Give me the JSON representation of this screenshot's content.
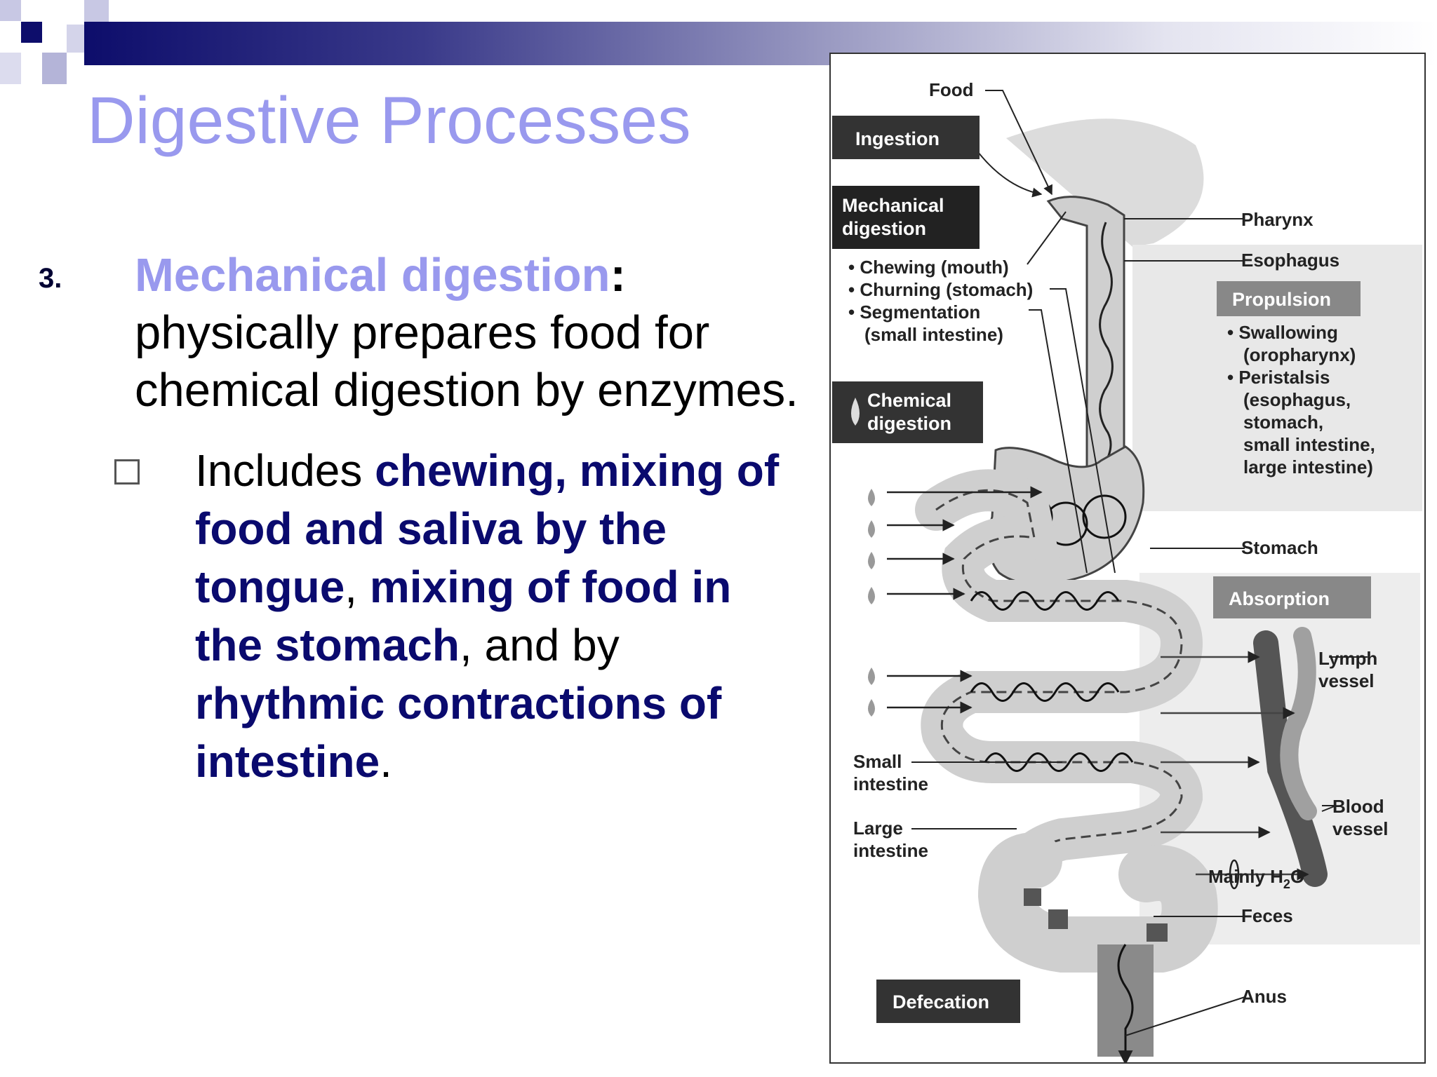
{
  "slide": {
    "title": "Digestive Processes",
    "item_number": "3.",
    "term": "Mechanical digestion",
    "colon": ":",
    "definition": "physically prepares food for chemical digestion by enzymes.",
    "sub_bullet_icon": "hollow-square-bullet",
    "sub_bullet": [
      {
        "text": "Includes ",
        "bold": false
      },
      {
        "text": "chewing, mixing of food and saliva by the tongue",
        "bold": true
      },
      {
        "text": ", ",
        "bold": false
      },
      {
        "text": "mixing of food in the stomach",
        "bold": true
      },
      {
        "text": ", and by ",
        "bold": false
      },
      {
        "text": "rhythmic contractions of intestine",
        "bold": true
      },
      {
        "text": ".",
        "bold": false
      }
    ]
  },
  "figure": {
    "boxes": {
      "ingestion": "Ingestion",
      "mechanical_1": "Mechanical",
      "mechanical_2": "digestion",
      "chemical_1": "Chemical",
      "chemical_2": "digestion",
      "propulsion": "Propulsion",
      "absorption": "Absorption",
      "defecation": "Defecation"
    },
    "mechanical_items": [
      "• Chewing (mouth)",
      "• Churning (stomach)",
      "• Segmentation",
      "(small intestine)"
    ],
    "propulsion_items": [
      "• Swallowing",
      "(oropharynx)",
      "• Peristalsis",
      "(esophagus,",
      "stomach,",
      "small intestine,",
      "large intestine)"
    ],
    "labels": {
      "food": "Food",
      "pharynx": "Pharynx",
      "esophagus": "Esophagus",
      "stomach": "Stomach",
      "lymph_1": "Lymph",
      "lymph_2": "vessel",
      "small_1": "Small",
      "small_2": "intestine",
      "large_1": "Large",
      "large_2": "intestine",
      "blood_1": "Blood",
      "blood_2": "vessel",
      "mainly": "Mainly H",
      "sub2": "2",
      "o": "O",
      "feces": "Feces",
      "anus": "Anus"
    }
  }
}
